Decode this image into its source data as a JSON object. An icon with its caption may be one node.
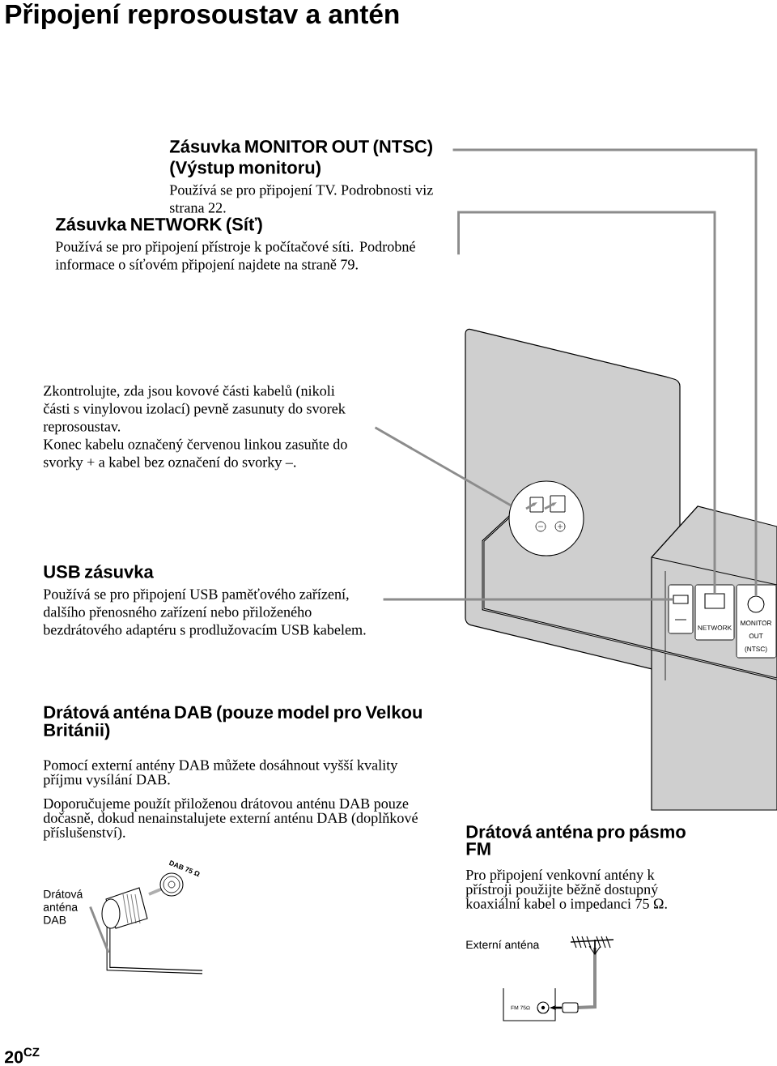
{
  "diagram": {
    "title": "Připojení reprosoustav a antén",
    "nodes": [
      {
        "text": [
          "Zásuvka MONITOR OUT (NTSC) (Výstup monitoru)",
          "Používá se pro připojení TV. Podrobnosti viz strana 22."
        ]
      },
      {
        "text": [
          "Zásuvka NETWORK (Síť)",
          "Používá se pro připojení přístroje k počítačové síti. Podrobné informace o síťovém připojení najdete na straně 79."
        ]
      },
      {
        "text": [
          "Zkontrolujte, zda jsou kovové části kabelů (nikoli části s vinylovou izolací) pevně zasunuty do svorek reprosoustav.",
          "Konec kabelu označený červenou linkou zasuňte do svorky + a kabel bez označení do svorky –."
        ]
      },
      {
        "text": [
          "USB zásuvka",
          "Používá se pro připojení USB paměťového zařízení, dalšího přenosného zařízení nebo přiloženého bezdrátového adaptéru s prodlužovacím USB kabelem."
        ]
      },
      {
        "text": [],
        "shape": "circle"
      },
      {
        "text": [],
        "shape": "box"
      },
      {
        "text": [],
        "shape": "box"
      },
      {
        "text": [],
        "shape": "circle"
      },
      {
        "text": [
          "Drátová anténa DAB"
        ]
      }
    ],
    "edges": [
      {
        "from": 0,
        "to": 7,
        "arrow": "none"
      },
      {
        "from": 1,
        "to": 6,
        "arrow": "none"
      },
      {
        "from": 2,
        "to": 4,
        "arrow": "none"
      },
      {
        "from": 3,
        "to": 5,
        "arrow": "none"
      },
      {
        "from": 8,
        "to": null,
        "arrow": "none"
      }
    ],
    "labels": [
      "Drátová anténa DAB (pouze model pro Velkou Británii)",
      "Pomocí externí antény DAB můžete dosáhnout vyšší kvality příjmu vysílání DAB.",
      "Doporučujeme použít přiloženou drátovou anténu DAB pouze dočasně, dokud nenainstalujete externí anténu DAB (doplňkové příslušenství).",
      "DAB 75 Ω",
      "Drátová anténa pro pásmo FM",
      "Pro připojení venkovní antény k přístroji použijte běžně dostupný koaxiální kabel o impedanci 75 Ω.",
      "Externí anténa",
      "FM 75Ω",
      "NETWORK",
      "MONITOR OUT (NTSC)",
      "20$^{CZ}$"
    ]
  }
}
